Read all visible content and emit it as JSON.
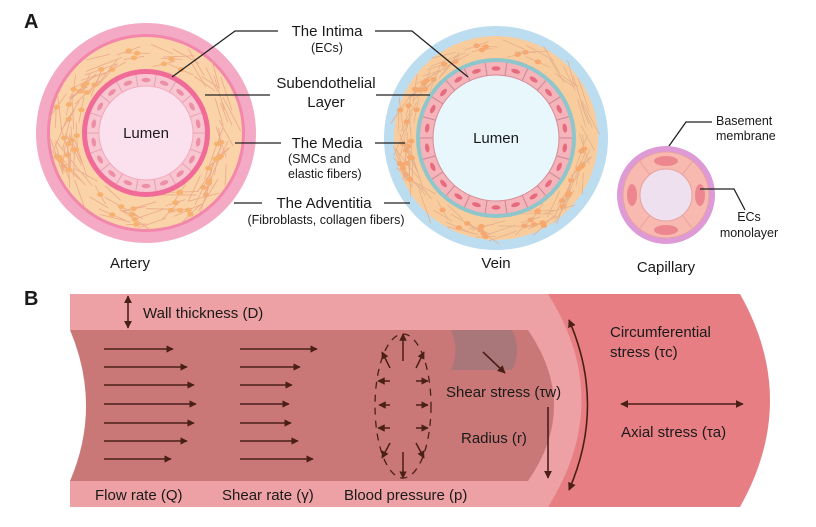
{
  "panels": {
    "a_label": "A",
    "b_label": "B"
  },
  "panel_a": {
    "artery": {
      "name": "Artery",
      "lumen": "Lumen"
    },
    "vein": {
      "name": "Vein",
      "lumen": "Lumen"
    },
    "capillary": {
      "name": "Capillary",
      "callouts": [
        {
          "line1": "Basement",
          "line2": "membrane"
        },
        {
          "line1": "ECs",
          "line2": "monolayer"
        }
      ]
    },
    "layers": [
      {
        "title": "The Intima",
        "sub": [
          "(ECs)"
        ]
      },
      {
        "title": "Subendothelial",
        "sub": [
          "Layer"
        ]
      },
      {
        "title": "The Media",
        "sub": [
          "(SMCs and",
          "elastic fibers)"
        ]
      },
      {
        "title": "The Adventitia",
        "sub": [
          "(Fibroblasts, collagen fibers)"
        ]
      }
    ]
  },
  "panel_b": {
    "wall_thickness": "Wall thickness (D)",
    "flow_rate": "Flow rate (Q)",
    "shear_rate": "Shear rate (γ)",
    "blood_pressure": "Blood pressure (p)",
    "shear_stress": "Shear stress (τw)",
    "radius": "Radius (r)",
    "circumferential_1": "Circumferential",
    "circumferential_2": "stress (τc)",
    "axial_stress": "Axial stress (τa)"
  },
  "colors": {
    "artery_outer": "#f4a9c4",
    "artery_media": "#fbd3a8",
    "artery_intima": "#f06b98",
    "artery_lumen": "#fbe1ee",
    "vein_outer": "#bcdcf0",
    "vein_media": "#f9cc9e",
    "vein_intima_ring": "#8fc6cc",
    "vein_lumen": "#e7f7fb",
    "capillary_outer": "#dd9ad6",
    "capillary_cells": "#f7b9b0",
    "capillary_lumen": "#eee0ef",
    "vessel_wall": "#eea1a4",
    "vessel_inner": "#c97877",
    "vessel_outer_face": "#e77e83",
    "arrow": "#4a1f16",
    "shear_patch": "#a9767a"
  }
}
